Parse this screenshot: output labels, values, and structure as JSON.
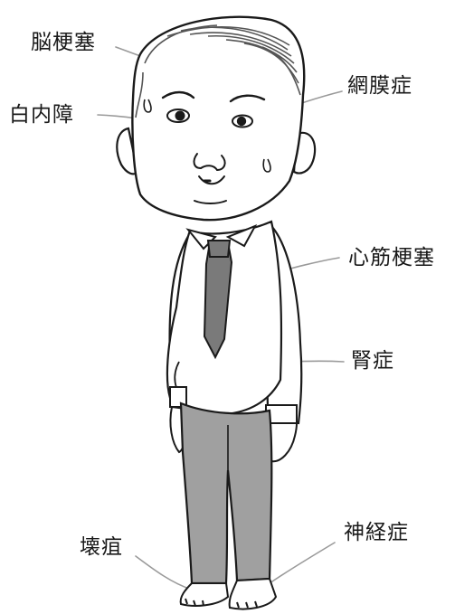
{
  "labels": {
    "brain_infarction": "脳梗塞",
    "cataract": "白内障",
    "retinopathy": "網膜症",
    "myocardial_infarction": "心筋梗塞",
    "nephropathy": "腎症",
    "gangrene": "壊疽",
    "neuropathy": "神経症"
  },
  "colors": {
    "line": "#1a1a1a",
    "leader": "#9a9a9a",
    "skin": "#ffffff",
    "tie": "#7a7a7a",
    "pants": "#a0a0a0",
    "hair": "#555555"
  }
}
